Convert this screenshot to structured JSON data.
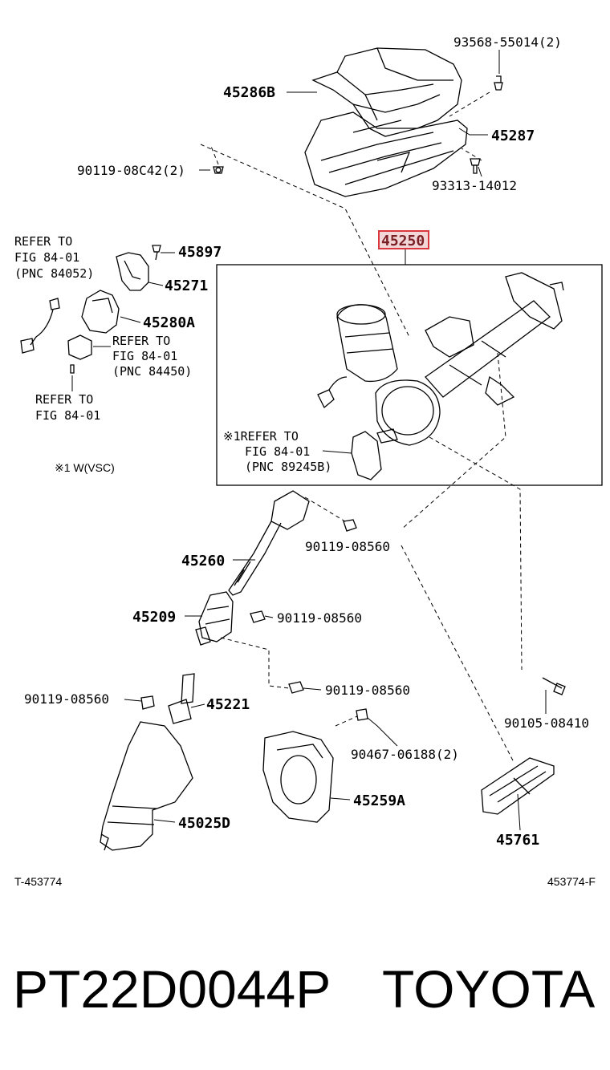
{
  "parts": {
    "p45286b": "45286B",
    "p93568": "93568-55014(2)",
    "p45287": "45287",
    "p90119_08c42": "90119-08C42(2)",
    "p93313": "93313-14012",
    "p45250": "45250",
    "p45897": "45897",
    "p45271": "45271",
    "p45280a": "45280A",
    "p45260": "45260",
    "p90119_a": "90119-08560",
    "p45209": "45209",
    "p90119_b": "90119-08560",
    "p90119_c": "90119-08560",
    "p90119_d": "90119-08560",
    "p45221": "45221",
    "p90105": "90105-08410",
    "p90467": "90467-06188(2)",
    "p45259a": "45259A",
    "p45025d": "45025D",
    "p45761": "45761"
  },
  "refs": {
    "r1_l1": "REFER TO",
    "r1_l2": "FIG 84-01",
    "r1_l3": "(PNC 84052)",
    "r2_l1": "REFER TO",
    "r2_l2": "FIG 84-01",
    "r2_l3": "(PNC 84450)",
    "r3_l1": "REFER TO",
    "r3_l2": "FIG 84-01",
    "r4_l1": "※1REFER TO",
    "r4_l2": "FIG 84-01",
    "r4_l3": "(PNC 89245B)",
    "note": "※1 W(VSC)"
  },
  "footer": {
    "left_code": "T-453774",
    "right_code": "453774-F"
  },
  "caption": {
    "part_number": "PT22D0044P",
    "brand": "TOYOTA"
  },
  "colors": {
    "highlight_box": "#d9363e",
    "highlight_fill": "#f3d6d8"
  }
}
